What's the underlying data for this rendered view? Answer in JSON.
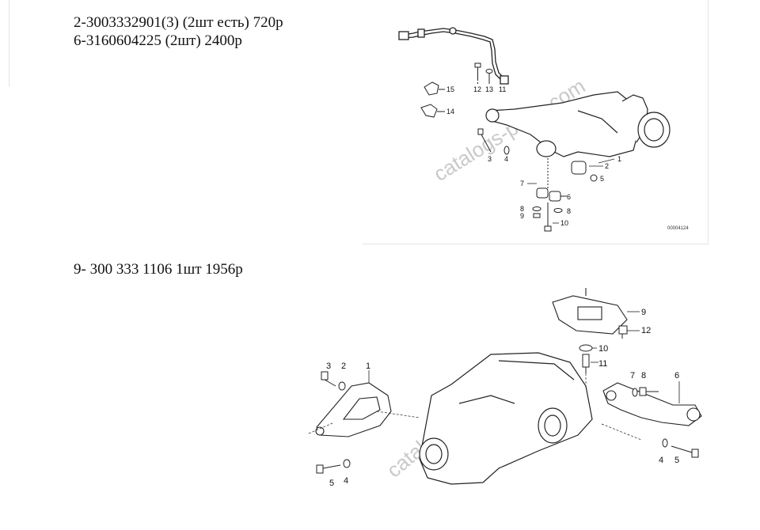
{
  "document": {
    "lines": [
      "2-3003332901(3) (2шт есть) 720р",
      "6-3160604225 (2шт) 2400р",
      "9- 300 333 1106 1шт 1956р"
    ]
  },
  "diagram_top": {
    "watermark": "catalogs-parts.com",
    "code": "00004124",
    "callouts": [
      "15",
      "14",
      "12",
      "13",
      "11",
      "1",
      "2",
      "3",
      "4",
      "5",
      "6",
      "7",
      "8",
      "9",
      "10"
    ]
  },
  "diagram_bottom": {
    "watermark": "catalogs-parts.com",
    "callouts": [
      "3",
      "2",
      "1",
      "9",
      "12",
      "10",
      "11",
      "7",
      "8",
      "6",
      "4",
      "5",
      "5",
      "4"
    ]
  }
}
